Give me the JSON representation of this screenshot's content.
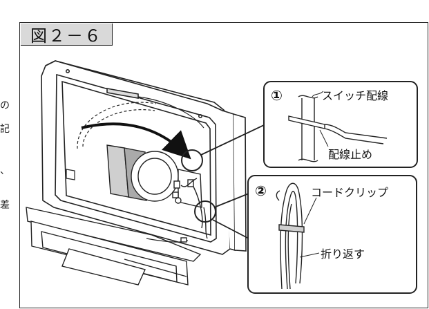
{
  "figure": {
    "tab_label": "図２－６"
  },
  "side_margin": {
    "chars": [
      "の",
      "記",
      "、",
      "差"
    ]
  },
  "callouts": {
    "detail1": {
      "number": "①",
      "label_wire": "スイッチ配線",
      "label_stopper": "配線止め"
    },
    "detail2": {
      "number": "②",
      "label_clip": "コードクリップ",
      "label_fold": "折り返す"
    }
  },
  "colors": {
    "line": "#222222",
    "tab_bg": "#d9d9d9",
    "arrow": "#111111"
  }
}
